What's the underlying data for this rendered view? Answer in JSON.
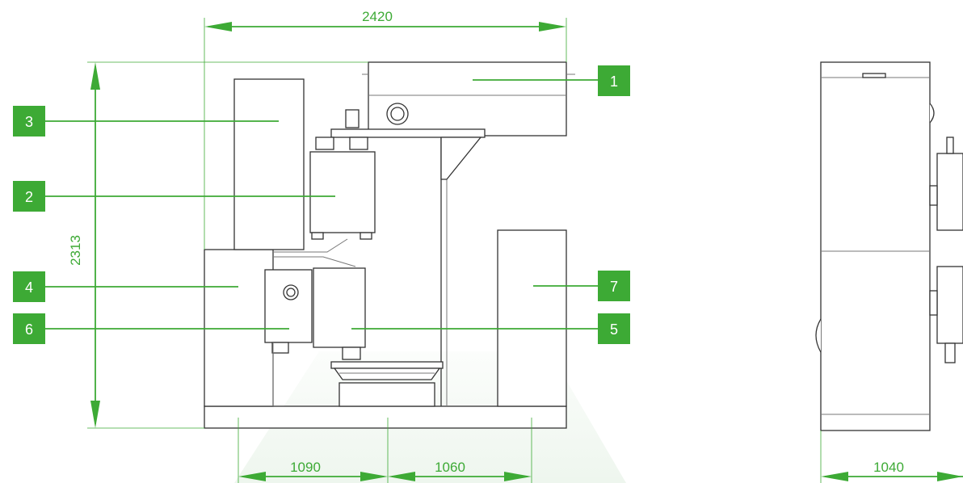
{
  "dimensions": {
    "overall_width": "2420",
    "overall_height": "2313",
    "left_span": "1090",
    "right_span": "1060",
    "side_depth": "1040"
  },
  "callouts": [
    {
      "id": "1",
      "label": "1"
    },
    {
      "id": "2",
      "label": "2"
    },
    {
      "id": "3",
      "label": "3"
    },
    {
      "id": "4",
      "label": "4"
    },
    {
      "id": "5",
      "label": "5"
    },
    {
      "id": "6",
      "label": "6"
    },
    {
      "id": "7",
      "label": "7"
    }
  ],
  "colors": {
    "accent_green": "#3daa35",
    "line_dark": "#333333",
    "line_light": "#777777",
    "background": "#ffffff"
  }
}
